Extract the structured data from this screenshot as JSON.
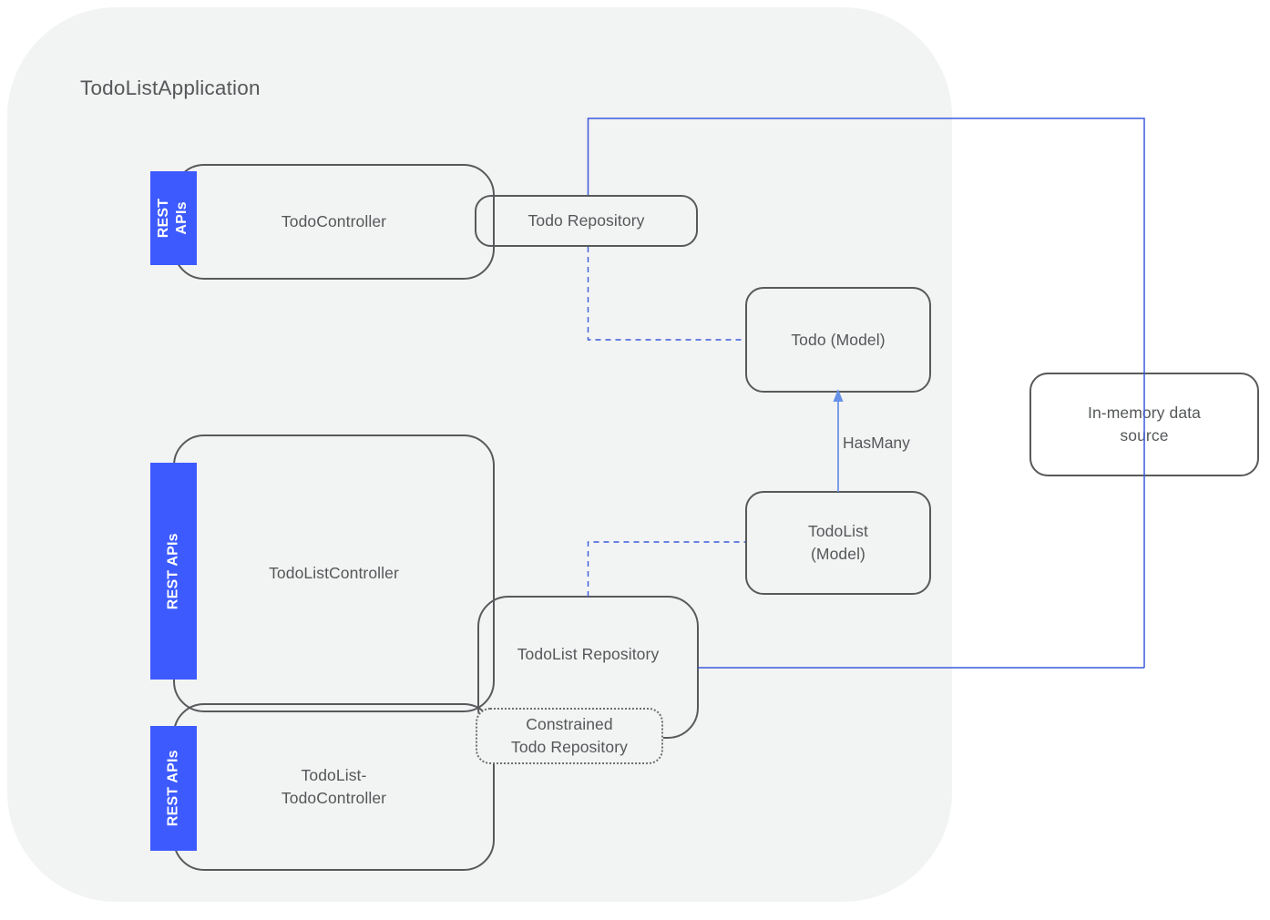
{
  "diagram": {
    "container_label": "TodoListApplication",
    "colors": {
      "container_bg": "#f2f3f3",
      "node_border": "#58595b",
      "node_text": "#555759",
      "rest_badge_bg": "#3d5afe",
      "rest_badge_text": "#ffffff",
      "wire_solid": "#3b5bdb",
      "wire_dashed": "#3b5bdb",
      "wire_arrow": "#6690e8",
      "page_bg": "#ffffff"
    },
    "badges": [
      {
        "id": "rest-apis-todo",
        "label": "REST APIs",
        "lines": [
          "REST",
          "APIs"
        ],
        "orientation": "vertical"
      },
      {
        "id": "rest-apis-todolist",
        "label": "REST APIs",
        "lines": [
          "REST APIs"
        ],
        "orientation": "vertical"
      },
      {
        "id": "rest-apis-todolist-todo",
        "label": "REST APIs",
        "lines": [
          "REST APIs"
        ],
        "orientation": "vertical"
      }
    ],
    "nodes": [
      {
        "id": "todo-controller",
        "label": "TodoController",
        "lines": [
          "TodoController"
        ],
        "kind": "controller",
        "border": "solid"
      },
      {
        "id": "todo-repository",
        "label": "Todo Repository",
        "lines": [
          "Todo Repository"
        ],
        "kind": "repository",
        "border": "solid"
      },
      {
        "id": "todo-model",
        "label": "Todo (Model)",
        "lines": [
          "Todo (Model)"
        ],
        "kind": "model",
        "border": "solid"
      },
      {
        "id": "todolist-controller",
        "label": "TodoListController",
        "lines": [
          "TodoListController"
        ],
        "kind": "controller",
        "border": "solid"
      },
      {
        "id": "todolist-repository",
        "label": "TodoList Repository",
        "lines": [
          "TodoList Repository"
        ],
        "kind": "repository",
        "border": "solid"
      },
      {
        "id": "todolist-model",
        "label": "TodoList (Model)",
        "lines": [
          "TodoList",
          "(Model)"
        ],
        "kind": "model",
        "border": "solid"
      },
      {
        "id": "constrained-todo-repository",
        "label": "Constrained Todo Repository",
        "lines": [
          "Constrained",
          "Todo Repository"
        ],
        "kind": "repository",
        "border": "dotted"
      },
      {
        "id": "todolist-todo-controller",
        "label": "TodoList-TodoController",
        "lines": [
          "TodoList-",
          "TodoController"
        ],
        "kind": "controller",
        "border": "solid"
      },
      {
        "id": "in-memory-data-source",
        "label": "In-memory data source",
        "lines": [
          "In-memory data",
          "source"
        ],
        "kind": "datasource",
        "border": "solid"
      }
    ],
    "edges": [
      {
        "id": "todo-repo-to-datasource",
        "from": "todo-repository",
        "to": "in-memory-data-source",
        "style": "solid",
        "label": ""
      },
      {
        "id": "todo-repo-to-todo-model",
        "from": "todo-repository",
        "to": "todo-model",
        "style": "dashed",
        "label": ""
      },
      {
        "id": "todolist-model-to-todo-model",
        "from": "todolist-model",
        "to": "todo-model",
        "style": "solid-arrow",
        "label": "HasMany"
      },
      {
        "id": "todolist-repo-to-todolist-model",
        "from": "todolist-repository",
        "to": "todolist-model",
        "style": "dashed",
        "label": ""
      },
      {
        "id": "todolist-repo-to-datasource",
        "from": "todolist-repository",
        "to": "in-memory-data-source",
        "style": "solid",
        "label": ""
      }
    ],
    "edge_labels": [
      {
        "id": "hasmany-label",
        "text": "HasMany"
      }
    ]
  }
}
